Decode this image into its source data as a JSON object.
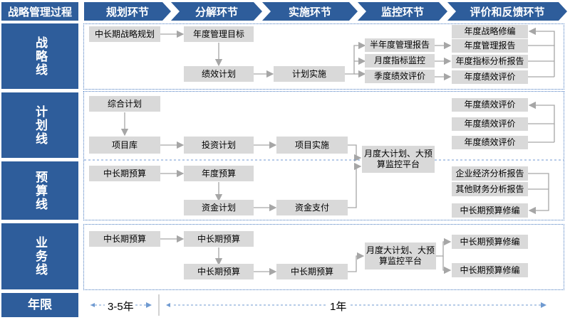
{
  "header": {
    "title": "战略管理过程",
    "stages": [
      "规划环节",
      "分解环节",
      "实施环节",
      "监控环节",
      "评价和反馈环节"
    ]
  },
  "rows": {
    "strategy": "战略线",
    "plan": "计划线",
    "budget": "预算线",
    "business": "业务线",
    "years": "年限"
  },
  "boxes": {
    "s_longterm": "中长期战略规划",
    "s_annual_goal": "年度管理目标",
    "s_perf_plan": "绩效计划",
    "s_plan_exec": "计划实施",
    "s_half_report": "半年度管理报告",
    "s_monthly_monitor": "月度指标监控",
    "s_quarter_eval": "季度绩效评价",
    "s_annual_revise": "年度战略修编",
    "s_annual_report": "年度管理报告",
    "s_annual_analysis": "年度指标分析报告",
    "s_annual_eval": "年度绩效评价",
    "p_overall": "综合计划",
    "p_library": "项目库",
    "p_invest": "投资计划",
    "p_exec": "项目实施",
    "p_eval1": "年度绩效评价",
    "p_eval2": "年度绩效评价",
    "p_eval3": "年度绩效评价",
    "monitor_platform_1": "月度大计划、大预算监控平台",
    "b_longterm": "中长期预算",
    "b_annual": "年度预算",
    "b_fund_plan": "资金计划",
    "b_fund_pay": "资金支付",
    "b_econ_report": "企业经济分析报告",
    "b_fin_report": "其他财务分析报告",
    "b_revise": "中长期预算修编",
    "w_1": "中长期预算",
    "w_2": "中长期预算",
    "w_3": "中长期预算",
    "w_4": "中长期预算",
    "monitor_platform_2": "月度大计划、大预算监控平台",
    "w_revise1": "中长期预算修编",
    "w_revise2": "中长期预算修编"
  },
  "timeline": {
    "short": "3-5年",
    "long": "1年"
  },
  "colors": {
    "header_blue": "#2e5d9b",
    "box_gray": "#d9d9d9",
    "arrow_gray": "#a6a6a6",
    "timeline_blue": "#6f9ad1"
  }
}
